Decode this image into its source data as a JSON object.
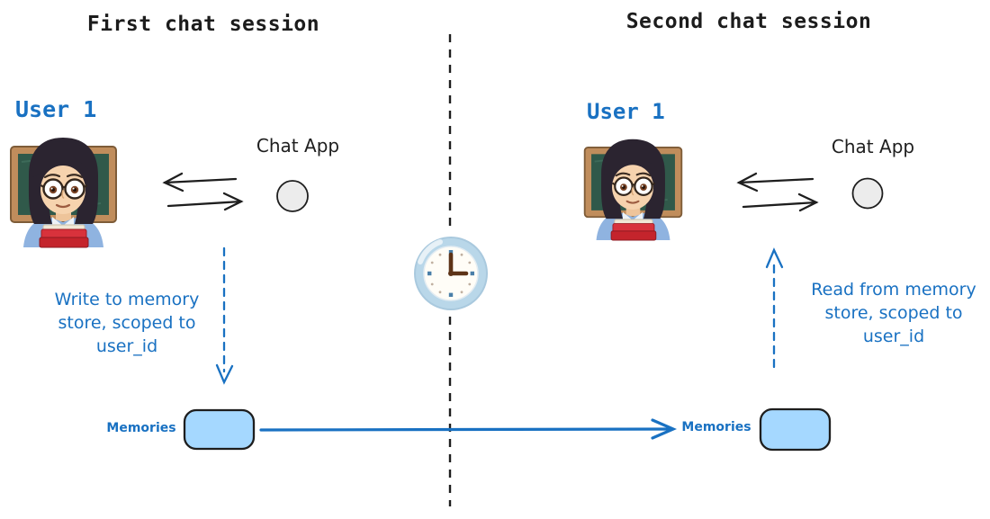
{
  "colors": {
    "accent_blue": "#1971c2",
    "ink": "#1e1e1e",
    "memory_box_fill": "#a5d8ff",
    "app_circle_fill": "#ececec",
    "clock_ring": "#b9d7e9"
  },
  "left_session": {
    "title": "First chat session",
    "user_label": "User 1",
    "user_icon": "woman-teacher-emoji",
    "chat_app_label": "Chat App",
    "annotation_lines": [
      "Write to memory",
      "store, scoped to",
      "user_id"
    ],
    "memories_label": "Memories"
  },
  "right_session": {
    "title": "Second chat session",
    "user_label": "User 1",
    "user_icon": "woman-teacher-emoji",
    "chat_app_label": "Chat App",
    "annotation_lines": [
      "Read from memory",
      "store, scoped to",
      "user_id"
    ],
    "memories_label": "Memories"
  },
  "center": {
    "divider_icon": "dashed-vertical-divider",
    "clock_icon": "clock-three-oclock-emoji"
  }
}
